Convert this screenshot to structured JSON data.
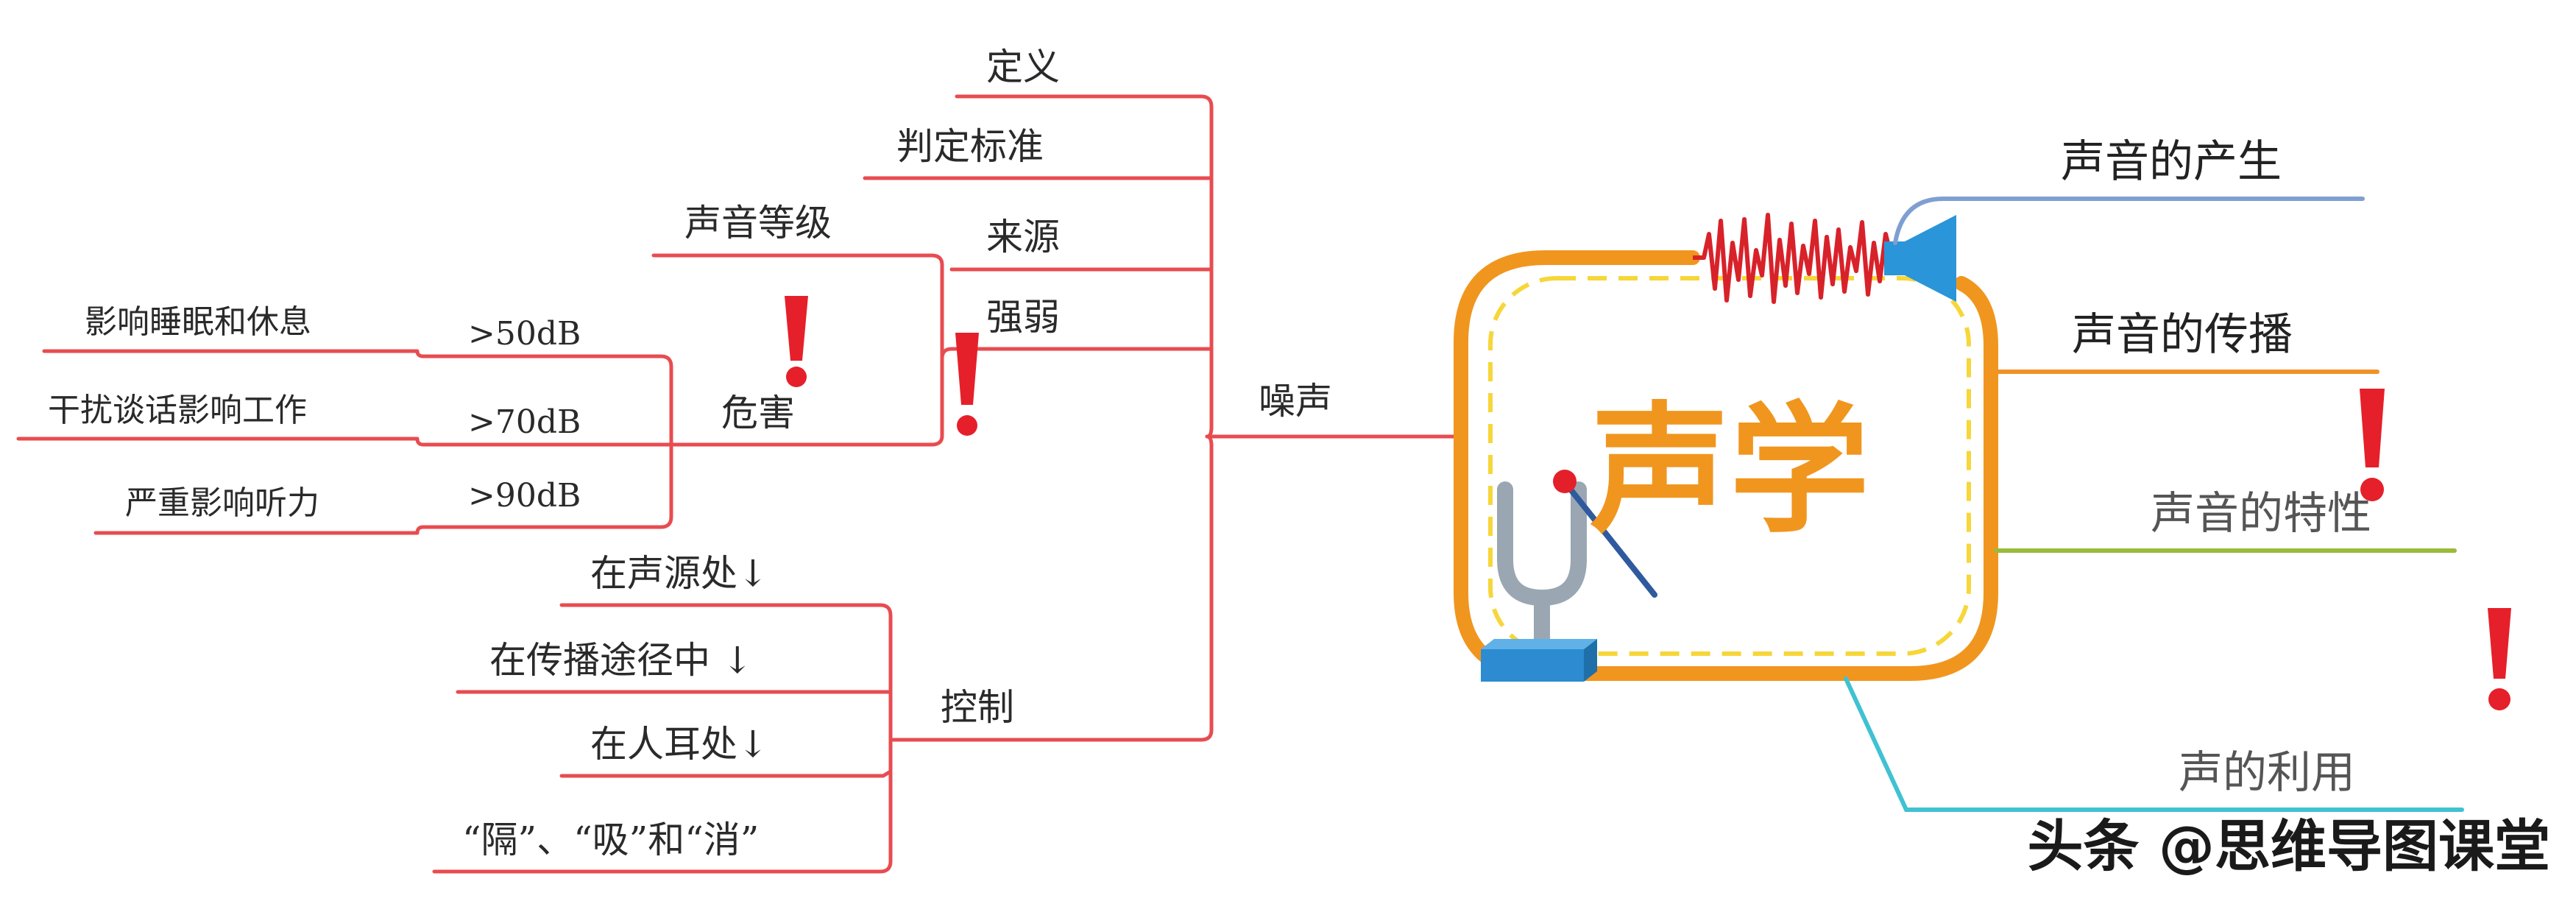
{
  "center": {
    "title": "声学",
    "color": "#f0961e"
  },
  "colors": {
    "branch_red": "#e84c50",
    "exclaim": "#e5202a"
  },
  "right_branches": [
    {
      "label": "声音的产生",
      "color": "#7f9fd1"
    },
    {
      "label": "声音的传播",
      "color": "#f09227"
    },
    {
      "label": "声音的特性",
      "color": "#9bbb3b"
    },
    {
      "label": "声的利用",
      "color": "#3fc2d2"
    }
  ],
  "noise": {
    "label": "噪声",
    "children": {
      "definition": "定义",
      "standard": "判定标准",
      "sources": "来源",
      "strength": "强弱",
      "sound_level": "声音等级",
      "harm": {
        "label": "危害",
        "levels": [
          {
            "db": ">50dB",
            "effect": "影响睡眠和休息"
          },
          {
            "db": ">70dB",
            "effect": "干扰谈话影响工作"
          },
          {
            "db": ">90dB",
            "effect": "严重影响听力"
          }
        ]
      },
      "control": {
        "label": "控制",
        "items": [
          "在声源处↓",
          "在传播途径中 ↓",
          "在人耳处↓",
          "“隔”、“吸”和“消”"
        ]
      }
    }
  },
  "watermark": "头条 @思维导图课堂"
}
